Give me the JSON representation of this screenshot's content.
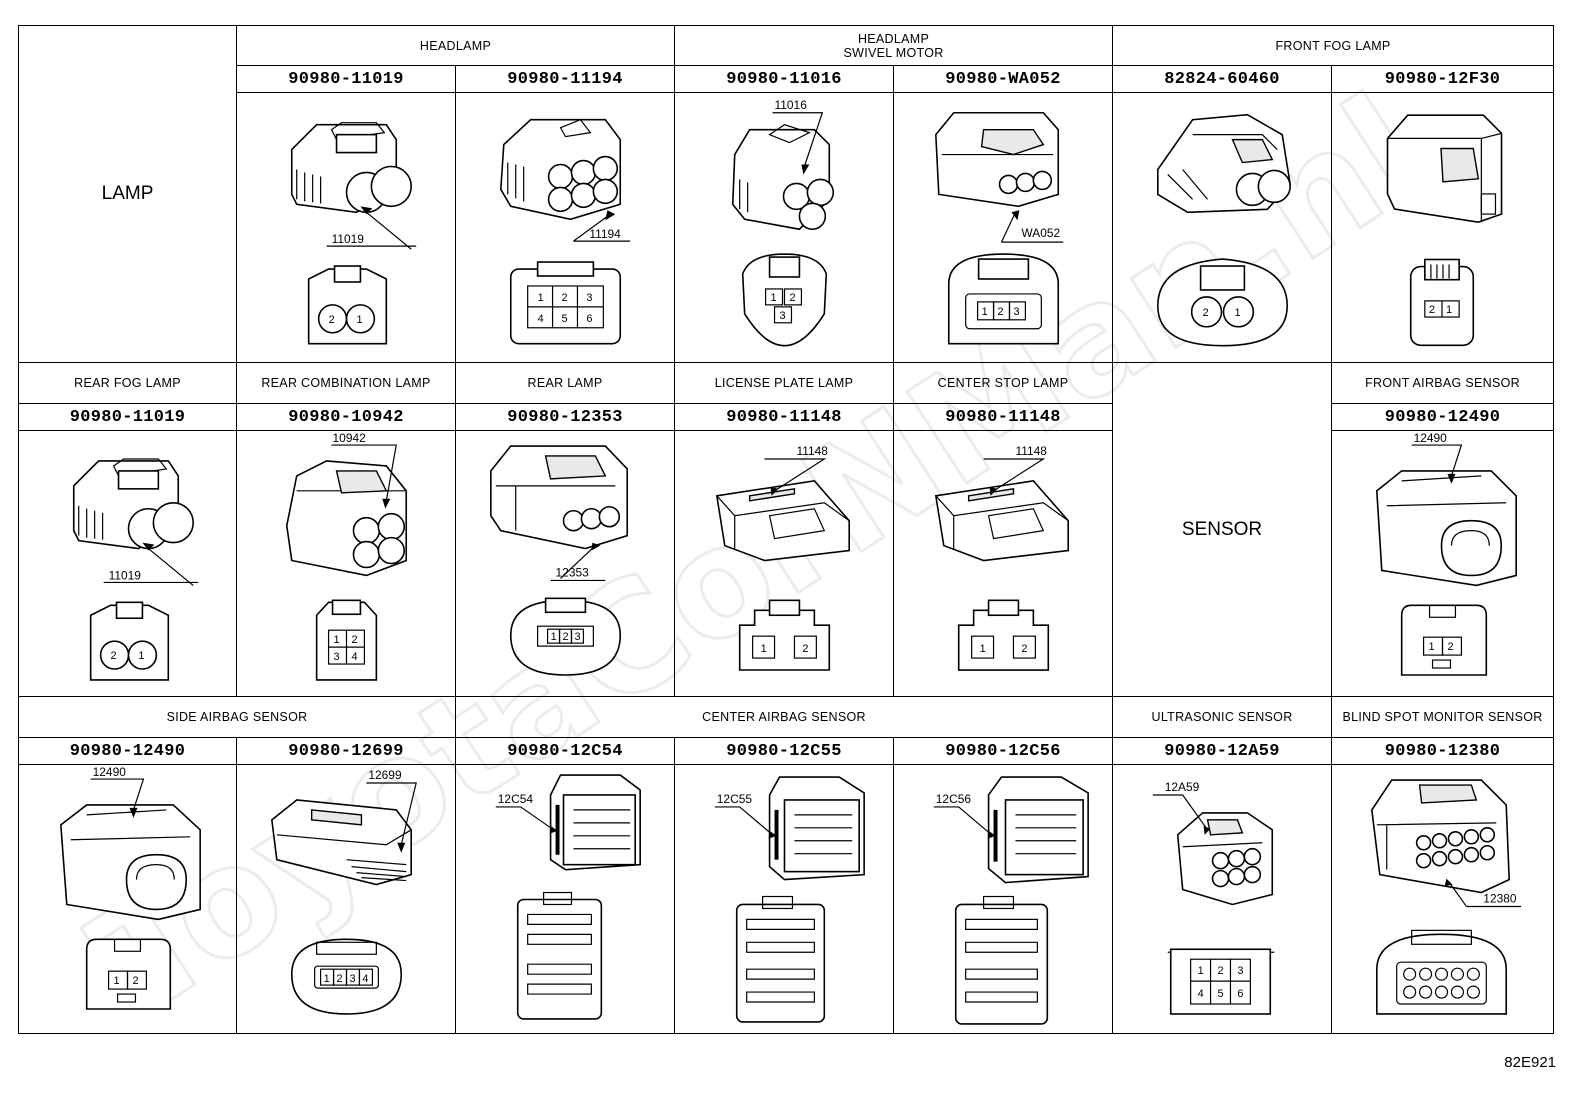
{
  "watermark": "ToyotaCorNMan.nl",
  "figure_code": "82E921",
  "row1": {
    "group": "LAMP",
    "headings": [
      {
        "title": "HEADLAMP"
      },
      {
        "title1": "HEADLAMP",
        "title2": "SWIVEL MOTOR"
      },
      {
        "title": "FRONT FOG LAMP"
      }
    ],
    "connectors": [
      {
        "part": "90980-11019",
        "callout": "11019",
        "pins": [
          "2",
          "1"
        ]
      },
      {
        "part": "90980-11194",
        "callout": "11194",
        "pins": [
          "1",
          "2",
          "3",
          "4",
          "5",
          "6"
        ]
      },
      {
        "part": "90980-11016",
        "callout": "11016",
        "pins": [
          "1",
          "2",
          "3"
        ]
      },
      {
        "part": "90980-WA052",
        "callout": "WA052",
        "pins": [
          "1",
          "2",
          "3"
        ]
      },
      {
        "part": "82824-60460",
        "pins": [
          "2",
          "1"
        ]
      },
      {
        "part": "90980-12F30",
        "pins": [
          "2",
          "1"
        ]
      }
    ]
  },
  "row2": {
    "group": "SENSOR",
    "connectors": [
      {
        "title": "REAR FOG LAMP",
        "part": "90980-11019",
        "callout": "11019",
        "pins": [
          "2",
          "1"
        ]
      },
      {
        "title": "REAR COMBINATION LAMP",
        "part": "90980-10942",
        "callout": "10942",
        "pins": [
          "1",
          "2",
          "3",
          "4"
        ]
      },
      {
        "title": "REAR LAMP",
        "part": "90980-12353",
        "callout": "12353",
        "pins": [
          "1",
          "2",
          "3"
        ]
      },
      {
        "title": "LICENSE PLATE LAMP",
        "part": "90980-11148",
        "callout": "11148",
        "pins": [
          "1",
          "2"
        ]
      },
      {
        "title": "CENTER STOP LAMP",
        "part": "90980-11148",
        "callout": "11148",
        "pins": [
          "1",
          "2"
        ]
      },
      {
        "title": "FRONT AIRBAG SENSOR",
        "part": "90980-12490",
        "callout": "12490",
        "pins": [
          "1",
          "2"
        ]
      }
    ]
  },
  "row3": {
    "headings": [
      {
        "title": "SIDE AIRBAG SENSOR"
      },
      {
        "title": "CENTER AIRBAG SENSOR"
      },
      {
        "title": "ULTRASONIC SENSOR"
      },
      {
        "title": "BLIND SPOT MONITOR SENSOR"
      }
    ],
    "connectors": [
      {
        "part": "90980-12490",
        "callout": "12490",
        "pins": [
          "1",
          "2"
        ]
      },
      {
        "part": "90980-12699",
        "callout": "12699",
        "pins": [
          "1",
          "2",
          "3",
          "4"
        ]
      },
      {
        "part": "90980-12C54",
        "callout": "12C54"
      },
      {
        "part": "90980-12C55",
        "callout": "12C55"
      },
      {
        "part": "90980-12C56",
        "callout": "12C56"
      },
      {
        "part": "90980-12A59",
        "callout": "12A59",
        "pins": [
          "1",
          "2",
          "3",
          "4",
          "5",
          "6"
        ]
      },
      {
        "part": "90980-12380",
        "callout": "12380"
      }
    ]
  }
}
